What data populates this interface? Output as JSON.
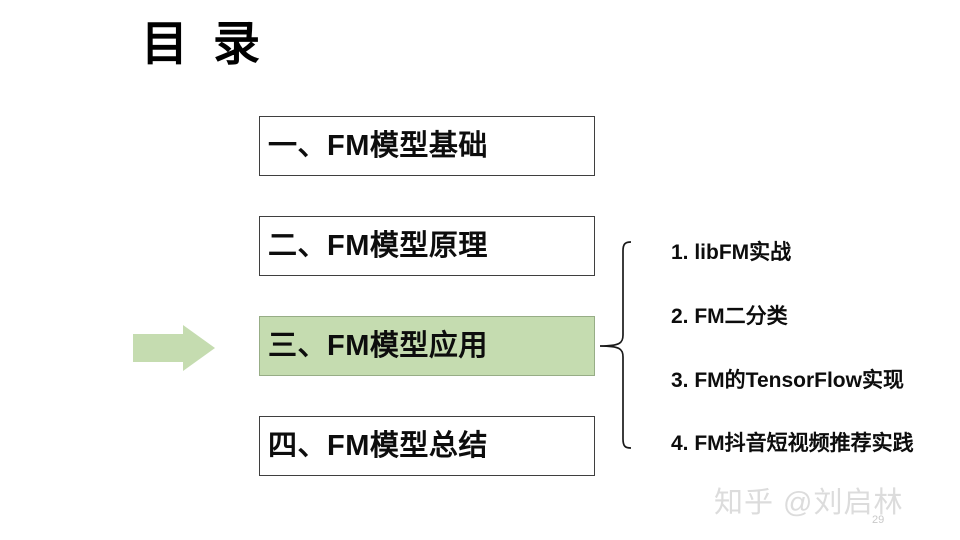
{
  "slide": {
    "title": "目 录",
    "page_number": "29",
    "watermark": "知乎 @刘启林",
    "accent_green": "#c5dcb0",
    "text_color": "#0d0d0d",
    "border_color": "#3f3f3f"
  },
  "chapters": [
    {
      "label": "一、FM模型基础",
      "highlighted": false
    },
    {
      "label": "二、FM模型原理",
      "highlighted": false
    },
    {
      "label": "三、FM模型应用",
      "highlighted": true
    },
    {
      "label": "四、FM模型总结",
      "highlighted": false
    }
  ],
  "subsections": [
    {
      "label": "1. libFM实战"
    },
    {
      "label": "2. FM二分类"
    },
    {
      "label": "3. FM的TensorFlow实现"
    },
    {
      "label": "4. FM抖音短视频推荐实践"
    }
  ],
  "icons": {
    "arrow": "right-arrow-icon",
    "brace": "curly-brace-icon"
  }
}
